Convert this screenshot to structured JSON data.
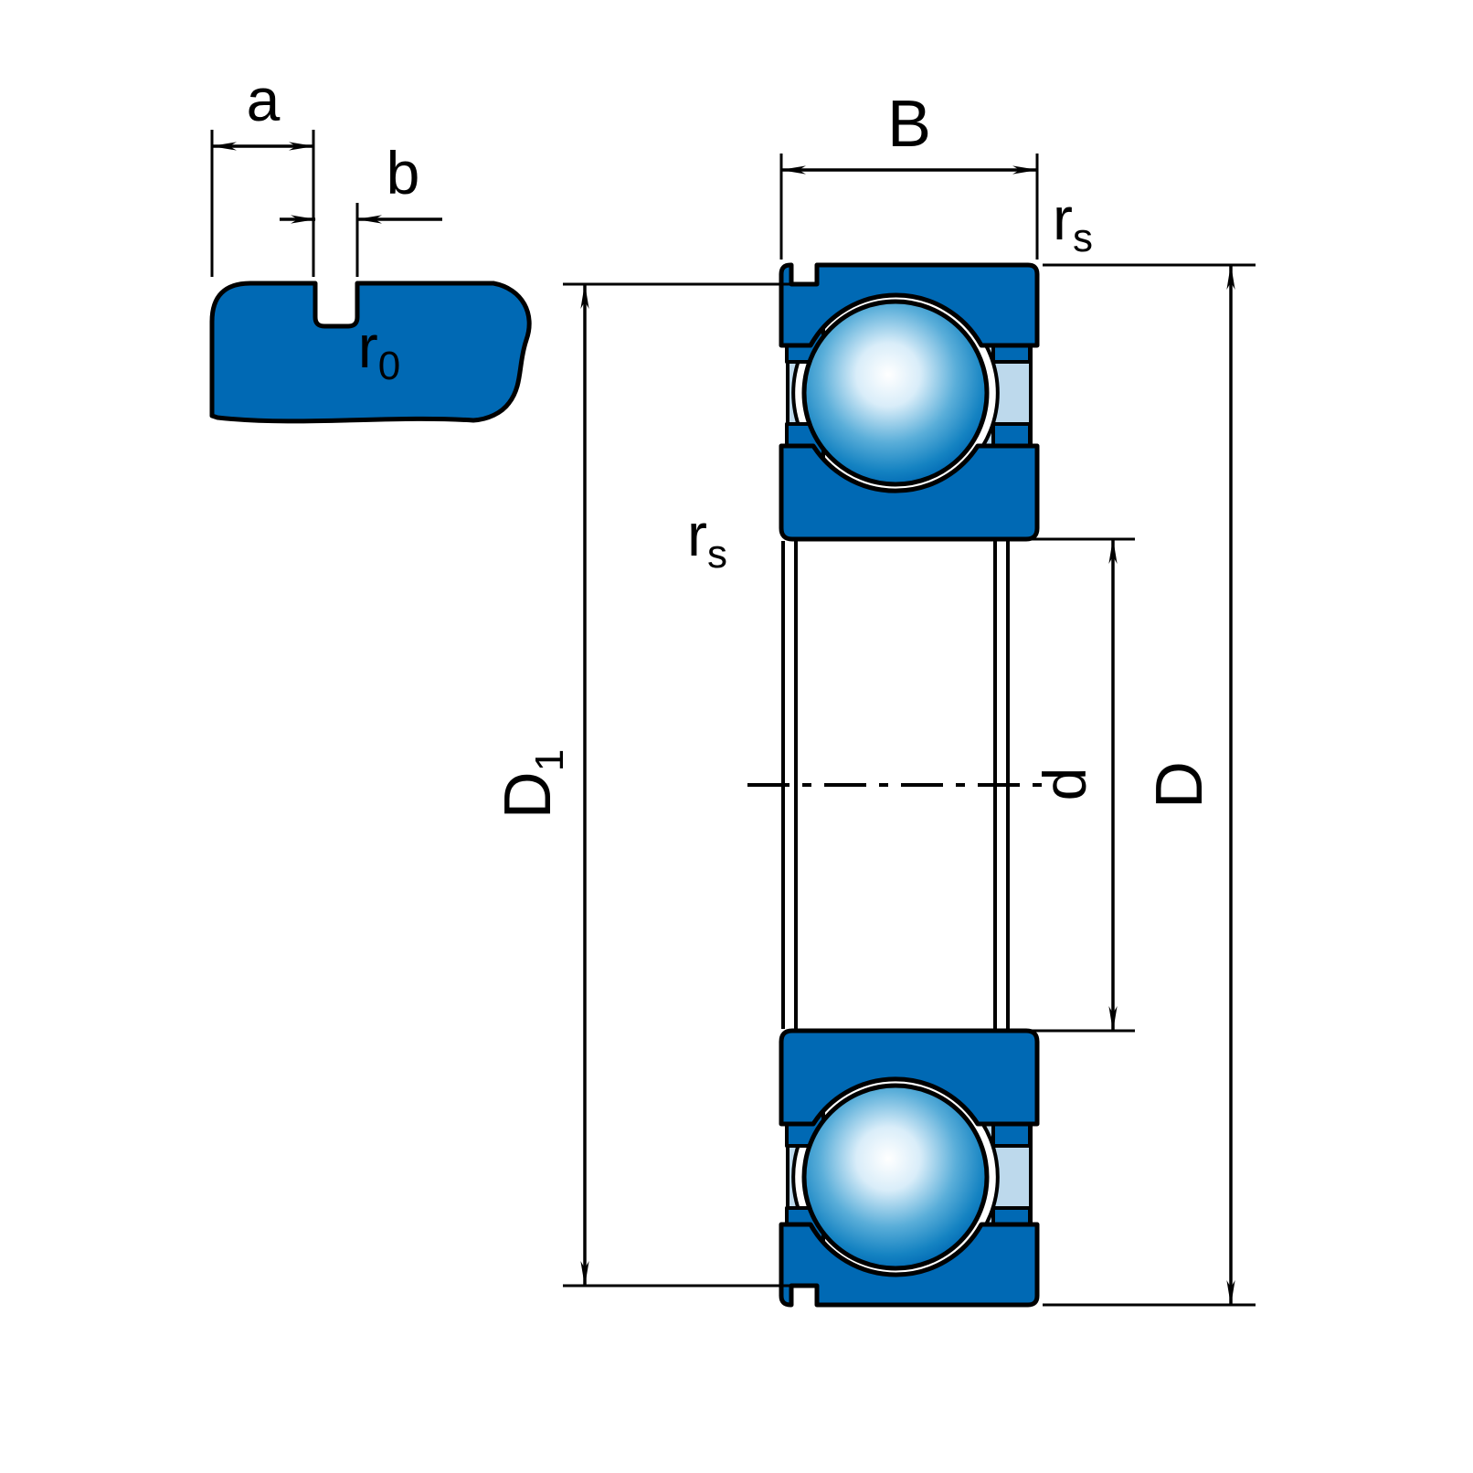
{
  "labels": {
    "a": "a",
    "b": "b",
    "r0": {
      "base": "r",
      "sub": "0"
    },
    "B": "B",
    "rs_top": {
      "base": "r",
      "sub": "s"
    },
    "rs_mid": {
      "base": "r",
      "sub": "s"
    },
    "D1": {
      "base": "D",
      "sub": "1"
    },
    "d": "d",
    "D": "D"
  },
  "colors": {
    "ring_blue": "#0069b4",
    "shield_blue": "#bdd9ec",
    "outline": "#000000",
    "background": "#ffffff"
  },
  "diagram": {
    "type": "deep-groove-ball-bearing-cross-section",
    "views": [
      "snap-ring-groove-detail",
      "bearing-axial-section"
    ]
  }
}
